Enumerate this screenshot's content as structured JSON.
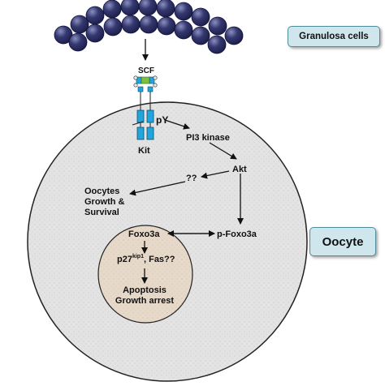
{
  "badges": {
    "granulosa": "Granulosa cells",
    "oocyte": "Oocyte"
  },
  "labels": {
    "scf": "SCF",
    "py": "pY",
    "kit": "Kit",
    "pi3k": "PI3 kinase",
    "akt": "Akt",
    "unknown": "??",
    "oocyte_fate_lines": [
      "Oocytes",
      "Growth &",
      "Survival"
    ],
    "foxo3a": "Foxo3a",
    "p_foxo3a": "p-Foxo3a",
    "p27_base": "p27",
    "p27_sup": "kip1",
    "p27_rest": ", Fas??",
    "apoptosis_lines": [
      "Apoptosis",
      "Growth arrest"
    ]
  },
  "colors": {
    "granulosa_bead": "#2c2f66",
    "oocyte_fill": "#e2e2e2",
    "nucleus_fill": "#e6d8c8",
    "receptor_blue": "#22a5dc",
    "badge_fill": "#cfe6ec"
  }
}
